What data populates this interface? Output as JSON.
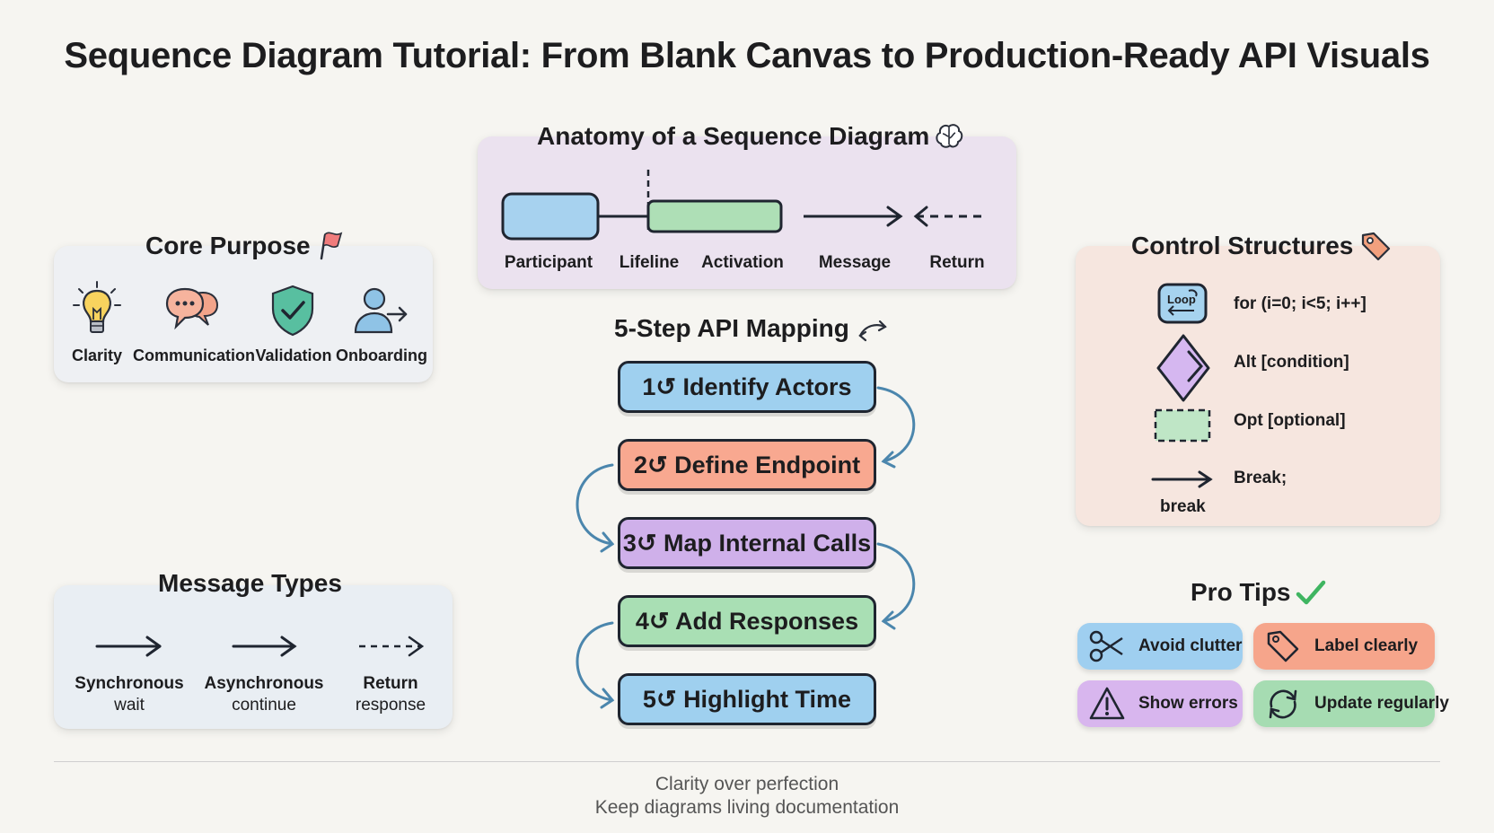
{
  "title": "Sequence Diagram Tutorial: From Blank Canvas to Production-Ready API Visuals",
  "anatomy": {
    "title": "Anatomy of a Sequence Diagram",
    "labels": [
      "Participant",
      "Lifeline",
      "Activation",
      "Message",
      "Return"
    ]
  },
  "core_purpose": {
    "title": "Core Purpose",
    "items": [
      "Clarity",
      "Communication",
      "Validation",
      "Onboarding"
    ]
  },
  "message_types": {
    "title": "Message Types",
    "items": [
      {
        "line1": "Synchronous",
        "line2": "wait"
      },
      {
        "line1": "Asynchronous",
        "line2": "continue"
      },
      {
        "line1": "Return",
        "line2": "response"
      }
    ]
  },
  "api_mapping": {
    "title": "5-Step API Mapping",
    "steps": [
      {
        "label": "1↺ Identify Actors",
        "color": "#9fd0ef"
      },
      {
        "label": "2↺ Define Endpoint",
        "color": "#f8a890"
      },
      {
        "label": "3↺ Map Internal Calls",
        "color": "#cfb0ea"
      },
      {
        "label": "4↺ Add Responses",
        "color": "#a9dfb4"
      },
      {
        "label": "5↺ Highlight Time",
        "color": "#9fd0ef"
      }
    ]
  },
  "control_structures": {
    "title": "Control Structures",
    "loop_icon_text": "Loop",
    "items": [
      "for (i=0; i<5; i++]",
      "Alt [condition]",
      "Opt [optional]",
      "Break;"
    ],
    "break_caption": "break"
  },
  "pro_tips": {
    "title": "Pro Tips",
    "items": [
      {
        "label": "Avoid clutter",
        "color": "#9fcff0",
        "icon": "scissors-icon"
      },
      {
        "label": "Label clearly",
        "color": "#f6a58b",
        "icon": "tag-icon"
      },
      {
        "label": "Show errors",
        "color": "#d8b6ee",
        "icon": "warning-icon"
      },
      {
        "label": "Update regularly",
        "color": "#a6dcb2",
        "icon": "refresh-icon"
      }
    ]
  },
  "footer": {
    "line1": "Clarity over perfection",
    "line2": "Keep diagrams living documentation"
  },
  "colors": {
    "blue": "#9fd0ef",
    "green": "#a9dfb4",
    "purple": "#cfb0ea",
    "salmon": "#f8a890",
    "arrow_teal": "#4b86ad"
  }
}
